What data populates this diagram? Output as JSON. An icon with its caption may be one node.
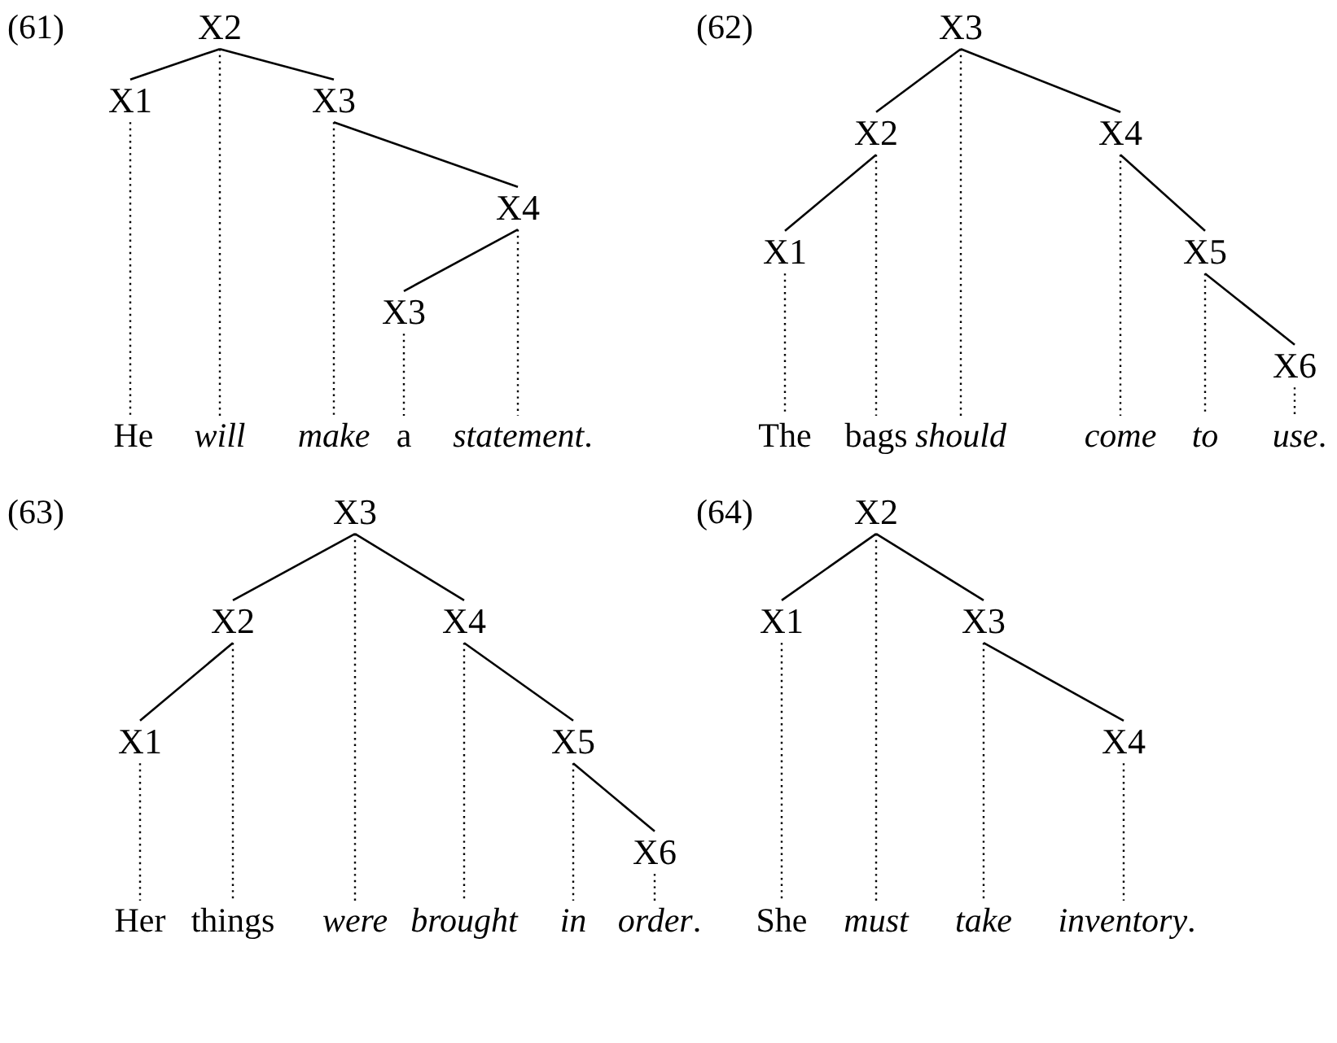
{
  "diagram": {
    "nodes": [
      {
        "text": [
          "X2"
        ]
      },
      {
        "text": [
          "X1"
        ]
      },
      {
        "text": [
          "X3"
        ]
      },
      {
        "text": [
          "X4"
        ]
      },
      {
        "text": [
          "X3"
        ]
      },
      {
        "text": [
          "He"
        ]
      },
      {
        "text": [
          "*will*"
        ]
      },
      {
        "text": [
          "*make*"
        ]
      },
      {
        "text": [
          "a"
        ]
      },
      {
        "text": [
          "*statement*."
        ]
      },
      {
        "text": [
          "X3"
        ]
      },
      {
        "text": [
          "X2"
        ]
      },
      {
        "text": [
          "X4"
        ]
      },
      {
        "text": [
          "X1"
        ]
      },
      {
        "text": [
          "X5"
        ]
      },
      {
        "text": [
          "X6"
        ]
      },
      {
        "text": [
          "The"
        ]
      },
      {
        "text": [
          "bags"
        ]
      },
      {
        "text": [
          "*should*"
        ]
      },
      {
        "text": [
          "*come*"
        ]
      },
      {
        "text": [
          "*to*"
        ]
      },
      {
        "text": [
          "*use*."
        ]
      },
      {
        "text": [
          "X3"
        ]
      },
      {
        "text": [
          "X2"
        ]
      },
      {
        "text": [
          "X4"
        ]
      },
      {
        "text": [
          "X1"
        ]
      },
      {
        "text": [
          "X5"
        ]
      },
      {
        "text": [
          "X6"
        ]
      },
      {
        "text": [
          "Her"
        ]
      },
      {
        "text": [
          "things"
        ]
      },
      {
        "text": [
          "*were*"
        ]
      },
      {
        "text": [
          "*brought*"
        ]
      },
      {
        "text": [
          "*in*"
        ]
      },
      {
        "text": [
          "*order*."
        ]
      },
      {
        "text": [
          "X2"
        ]
      },
      {
        "text": [
          "X1"
        ]
      },
      {
        "text": [
          "X3"
        ]
      },
      {
        "text": [
          "X4"
        ]
      },
      {
        "text": [
          "She"
        ]
      },
      {
        "text": [
          "*must*"
        ]
      },
      {
        "text": [
          "*take*"
        ]
      },
      {
        "text": [
          "*inventory*."
        ]
      }
    ],
    "edges": [
      {
        "from": 0,
        "to": 1,
        "arrow": "none"
      },
      {
        "from": 0,
        "to": 2,
        "arrow": "none"
      },
      {
        "from": 0,
        "to": 6,
        "arrow": "none",
        "style": "dashed"
      },
      {
        "from": 1,
        "to": 5,
        "arrow": "none",
        "style": "dashed"
      },
      {
        "from": 2,
        "to": 7,
        "arrow": "none",
        "style": "dashed"
      },
      {
        "from": 2,
        "to": 3,
        "arrow": "none"
      },
      {
        "from": 3,
        "to": 4,
        "arrow": "none"
      },
      {
        "from": 3,
        "to": 9,
        "arrow": "none",
        "style": "dashed"
      },
      {
        "from": 4,
        "to": 8,
        "arrow": "none",
        "style": "dashed"
      },
      {
        "from": 10,
        "to": 11,
        "arrow": "none"
      },
      {
        "from": 10,
        "to": 12,
        "arrow": "none"
      },
      {
        "from": 10,
        "to": 18,
        "arrow": "none",
        "style": "dashed"
      },
      {
        "from": 11,
        "to": 13,
        "arrow": "none"
      },
      {
        "from": 11,
        "to": 17,
        "arrow": "none",
        "style": "dashed"
      },
      {
        "from": 13,
        "to": 16,
        "arrow": "none",
        "style": "dashed"
      },
      {
        "from": 12,
        "to": 14,
        "arrow": "none"
      },
      {
        "from": 12,
        "to": 19,
        "arrow": "none",
        "style": "dashed"
      },
      {
        "from": 14,
        "to": 15,
        "arrow": "none"
      },
      {
        "from": 14,
        "to": 20,
        "arrow": "none",
        "style": "dashed"
      },
      {
        "from": 15,
        "to": 21,
        "arrow": "none",
        "style": "dashed"
      },
      {
        "from": 22,
        "to": 23,
        "arrow": "none"
      },
      {
        "from": 22,
        "to": 24,
        "arrow": "none"
      },
      {
        "from": 22,
        "to": 30,
        "arrow": "none",
        "style": "dashed"
      },
      {
        "from": 23,
        "to": 25,
        "arrow": "none"
      },
      {
        "from": 23,
        "to": 29,
        "arrow": "none",
        "style": "dashed"
      },
      {
        "from": 25,
        "to": 28,
        "arrow": "none",
        "style": "dashed"
      },
      {
        "from": 24,
        "to": 26,
        "arrow": "none"
      },
      {
        "from": 24,
        "to": 31,
        "arrow": "none",
        "style": "dashed"
      },
      {
        "from": 26,
        "to": 27,
        "arrow": "none"
      },
      {
        "from": 26,
        "to": 32,
        "arrow": "none",
        "style": "dashed"
      },
      {
        "from": 27,
        "to": 33,
        "arrow": "none",
        "style": "dashed"
      },
      {
        "from": 34,
        "to": 35,
        "arrow": "none"
      },
      {
        "from": 34,
        "to": 36,
        "arrow": "none"
      },
      {
        "from": 34,
        "to": 39,
        "arrow": "none",
        "style": "dashed"
      },
      {
        "from": 35,
        "to": 38,
        "arrow": "none",
        "style": "dashed"
      },
      {
        "from": 36,
        "to": 37,
        "arrow": "none"
      },
      {
        "from": 36,
        "to": 40,
        "arrow": "none",
        "style": "dashed"
      },
      {
        "from": 37,
        "to": 41,
        "arrow": "none",
        "style": "dashed"
      }
    ],
    "labels": [
      "(61)",
      "(62)",
      "(63)",
      "(64)"
    ]
  }
}
